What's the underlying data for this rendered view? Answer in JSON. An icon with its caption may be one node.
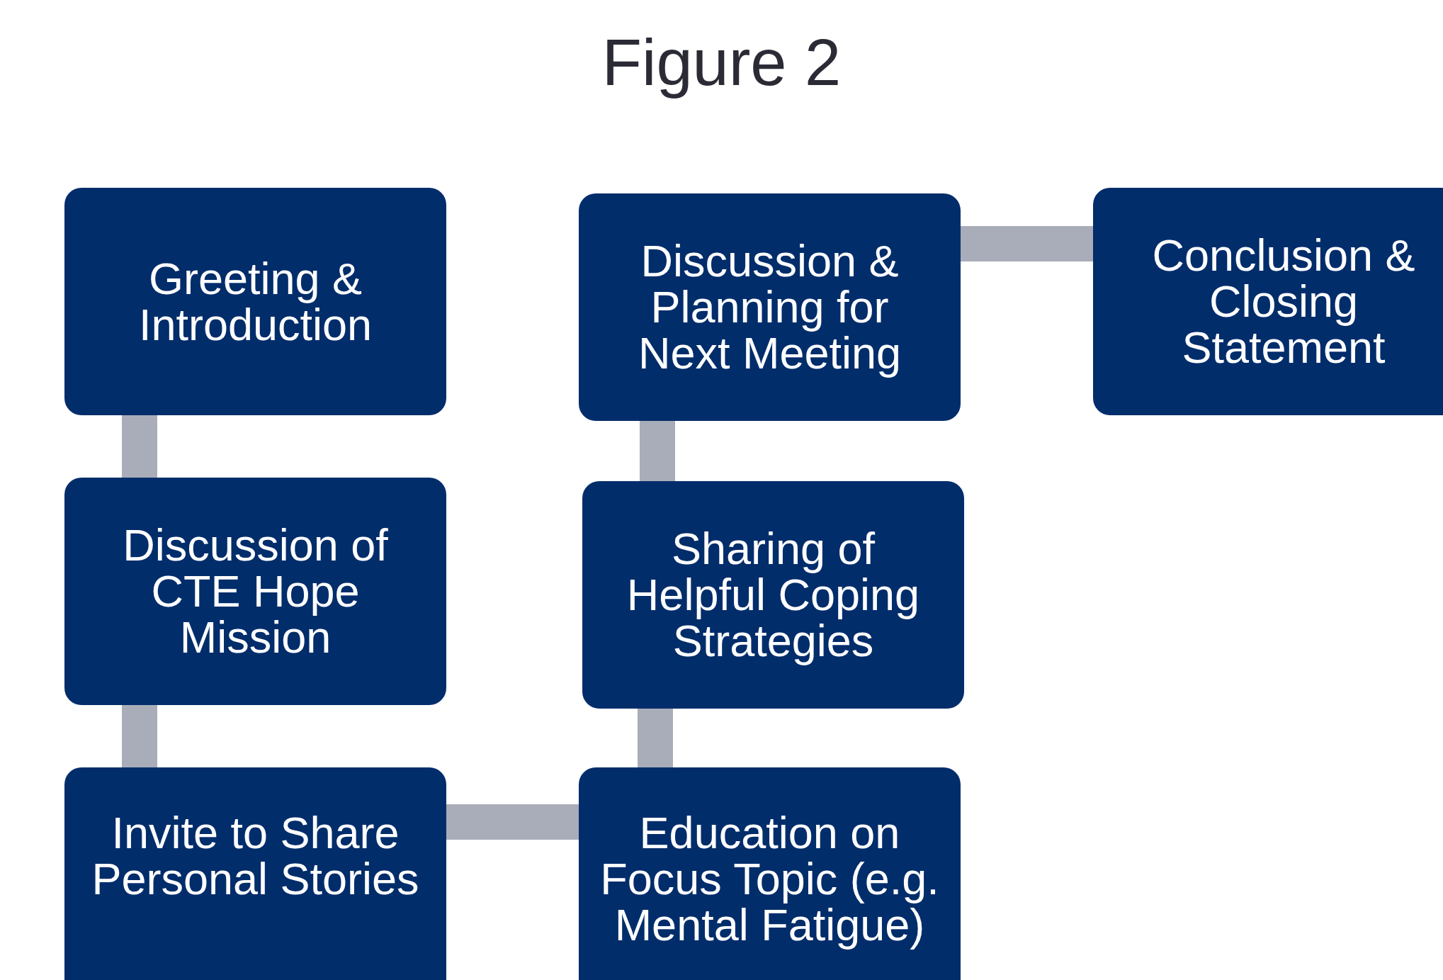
{
  "diagram": {
    "title": "Figure 2",
    "nodes": [
      {
        "text": [
          "Greeting & Introduction"
        ]
      },
      {
        "text": [
          "Discussion of CTE Hope Mission"
        ]
      },
      {
        "text": [
          "Invite to Share Personal Stories"
        ]
      },
      {
        "text": [
          "Education on Focus Topic (e.g. Mental Fatigue)"
        ]
      },
      {
        "text": [
          "Sharing of Helpful Coping Strategies"
        ]
      },
      {
        "text": [
          "Discussion & Planning for Next Meeting"
        ]
      },
      {
        "text": [
          "Conclusion & Closing Statement"
        ]
      }
    ],
    "edges": [
      {
        "from": 0,
        "to": 1,
        "arrow": "none"
      },
      {
        "from": 1,
        "to": 2,
        "arrow": "none"
      },
      {
        "from": 2,
        "to": 3,
        "arrow": "none"
      },
      {
        "from": 3,
        "to": 4,
        "arrow": "none"
      },
      {
        "from": 4,
        "to": 5,
        "arrow": "none"
      },
      {
        "from": 5,
        "to": 6,
        "arrow": "none"
      }
    ]
  }
}
